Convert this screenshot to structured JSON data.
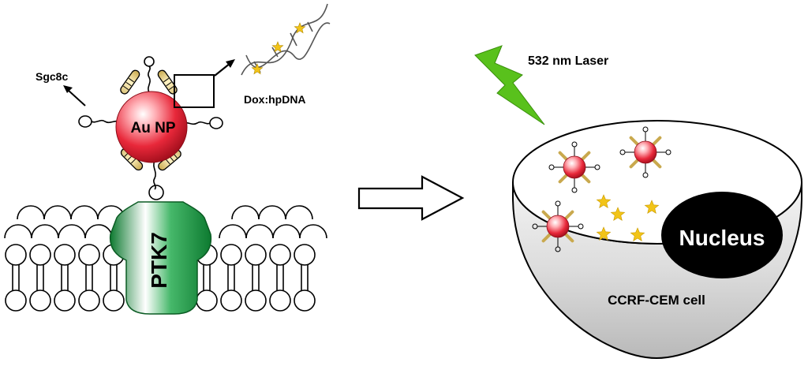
{
  "labels": {
    "gold_np": "Au NP",
    "receptor": "PTK7",
    "aptamer": "Sgc8c",
    "drug_complex": "Dox:hpDNA",
    "laser": "532 nm Laser",
    "nucleus": "Nucleus",
    "cell": "CCRF-CEM cell"
  },
  "colors": {
    "gold_np": "#e8283a",
    "receptor": "#1f9d45",
    "laser": "#59c11c",
    "dox_star": "#f2c418",
    "nucleus": "#000000",
    "cell_shell": "#d8d8d8"
  }
}
